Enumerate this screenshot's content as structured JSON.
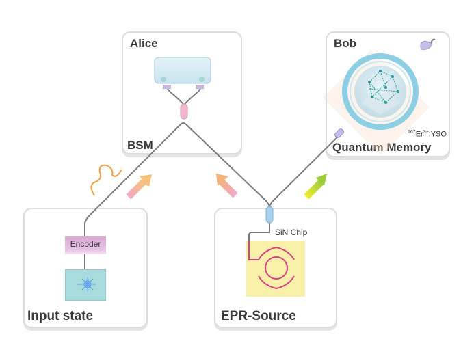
{
  "diagram": {
    "panels": {
      "alice": {
        "title": "Alice",
        "subtitle": "BSM"
      },
      "bob": {
        "title": "Bob",
        "subtitle": "Quantum Memory",
        "crystal_label": {
          "isotope": "167",
          "element": "Er",
          "charge": "3+",
          "host": ":YSO"
        }
      },
      "input": {
        "title": "Input state",
        "encoder_label": "Encoder"
      },
      "epr": {
        "title": "EPR-Source",
        "chip_label": "SiN Chip"
      }
    },
    "colors": {
      "fiber": "#7a7a7a",
      "panel_border": "#dcdcdc",
      "arrow_pink": "#f2a8c8",
      "arrow_orange": "#f5c27a",
      "arrow_yellow": "#e8e830",
      "arrow_green": "#9ccc3a",
      "wave": "#f0a040",
      "ring": "#8ccfe4",
      "chip_waveguide": "#d8408a",
      "beam": "#f7b48a"
    },
    "icons": [
      "photon-wave-icon",
      "arrow-icon",
      "laser-icon",
      "detector-icon",
      "crystal-lattice-icon",
      "beam-splitter-icon"
    ]
  }
}
